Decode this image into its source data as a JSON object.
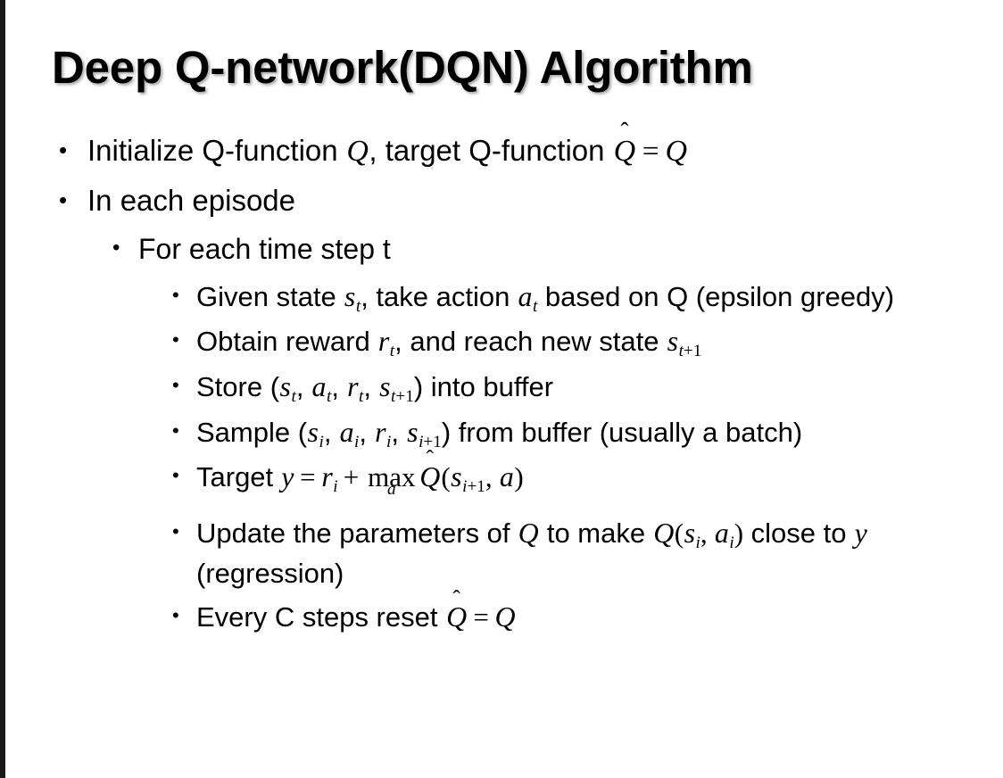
{
  "slide": {
    "title": "Deep Q-network(DQN) Algorithm",
    "background_color": "#ffffff",
    "text_color": "#000000",
    "accent_bar_color": "#1a1a1a",
    "bullet_glyph": "•"
  },
  "content": {
    "level1": [
      {
        "id": "initialize",
        "plain_text": "Initialize Q-function Q, target Q-function Q̂ = Q",
        "segments": {
          "lead": "Initialize Q-function ",
          "var_q1": "Q",
          "mid": ", target Q-function ",
          "qhat": "Q",
          "hat": "̂",
          "eq": "=",
          "var_q2": "Q"
        }
      },
      {
        "id": "in-each-episode",
        "plain_text": "In each episode",
        "segments": {
          "lead": "In each episode"
        }
      }
    ],
    "level2": [
      {
        "id": "for-each-time-step",
        "plain_text": "For each time step t",
        "segments": {
          "lead": "For each time step t"
        }
      }
    ],
    "level3": [
      {
        "id": "given-state",
        "plain_text": "Given state s_t, take action a_t based on Q (epsilon greedy)",
        "segments": {
          "lead": "Given state ",
          "s": "s",
          "s_sub": "t",
          "mid1": ", take action ",
          "a": "a",
          "a_sub": "t",
          "tail": " based on Q (epsilon greedy)"
        }
      },
      {
        "id": "obtain-reward",
        "plain_text": "Obtain reward r_t, and reach new state s_{t+1}",
        "segments": {
          "lead": "Obtain reward ",
          "r": "r",
          "r_sub": "t",
          "mid1": ", and reach new state ",
          "s": "s",
          "s_sub_var": "t",
          "s_sub_num": "+1"
        }
      },
      {
        "id": "store-transition",
        "plain_text": "Store (s_t, a_t, r_t, s_{t+1}) into buffer",
        "segments": {
          "lead": "Store (",
          "s": "s",
          "s_sub": "t",
          "c1": ", ",
          "a": "a",
          "a_sub": "t",
          "c2": ", ",
          "r": "r",
          "r_sub": "t",
          "c3": ", ",
          "s2": "s",
          "s2_sub_var": "t",
          "s2_sub_num": "+1",
          "tail": ") into buffer"
        }
      },
      {
        "id": "sample-batch",
        "plain_text": "Sample (s_i, a_i, r_i, s_{i+1}) from buffer (usually a batch)",
        "segments": {
          "lead": "Sample (",
          "s": "s",
          "s_sub": "i",
          "c1": ", ",
          "a": "a",
          "a_sub": "i",
          "c2": ", ",
          "r": "r",
          "r_sub": "i",
          "c3": ", ",
          "s2": "s",
          "s2_sub_var": "i",
          "s2_sub_num": "+1",
          "tail": ") from buffer (usually a batch)"
        }
      },
      {
        "id": "target-equation",
        "plain_text": "Target y = r_i + max_a Q̂(s_{i+1}, a)",
        "segments": {
          "lead": "Target ",
          "y": "y",
          "eq": "=",
          "r": "r",
          "r_sub": "i",
          "plus": "+",
          "max": "max",
          "max_under": "a",
          "qhat": "Q",
          "hat": "̂",
          "open": "(",
          "s": "s",
          "s_sub_var": "i",
          "s_sub_num": "+1",
          "comma": ", ",
          "a": "a",
          "close": ")"
        }
      },
      {
        "id": "update-parameters",
        "plain_text": "Update the parameters of Q to make Q(s_i, a_i) close to y (regression)",
        "segments": {
          "lead": "Update the parameters of ",
          "q1": "Q",
          "mid1": " to make ",
          "q2": "Q",
          "open": "(",
          "s": "s",
          "s_sub": "i",
          "comma": ", ",
          "a": "a",
          "a_sub": "i",
          "close": ")",
          "mid2": " close to ",
          "y": "y",
          "tail": " (regression)"
        }
      },
      {
        "id": "reset-target",
        "plain_text": "Every C steps reset Q̂ = Q",
        "segments": {
          "lead": "Every C steps reset ",
          "qhat": "Q",
          "hat": "̂",
          "eq": "=",
          "q": "Q"
        }
      }
    ]
  }
}
